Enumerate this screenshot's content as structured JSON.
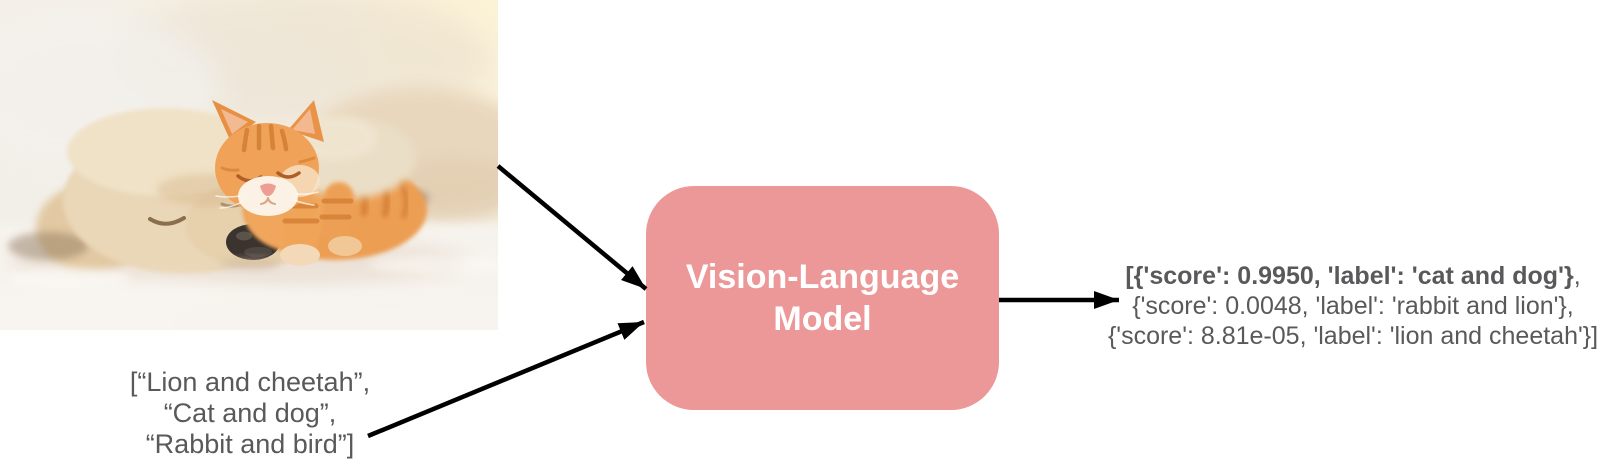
{
  "photo": {
    "description": "Sleeping cream puppy with a ginger tabby kitten resting on its head, lying on a white fluffy blanket"
  },
  "candidate_labels": {
    "lines": [
      "[“Lion and cheetah”,",
      "“Cat and dog”,",
      "“Rabbit and bird”]"
    ]
  },
  "model_box": {
    "lines": [
      "Vision-Language",
      "Model"
    ]
  },
  "output": {
    "line1_bold": "[{'score': 0.9950, 'label': 'cat and dog'}",
    "line1_rest": ",",
    "line2": "{'score': 0.0048, 'label': 'rabbit and lion'},",
    "line3": "{'score': 8.81e-05, 'label': 'lion and cheetah'}]"
  },
  "colors": {
    "model_box_fill": "#EC9899",
    "model_box_text": "#FFFFFF",
    "body_text_gray": "#59595B",
    "arrow_black": "#000000"
  }
}
